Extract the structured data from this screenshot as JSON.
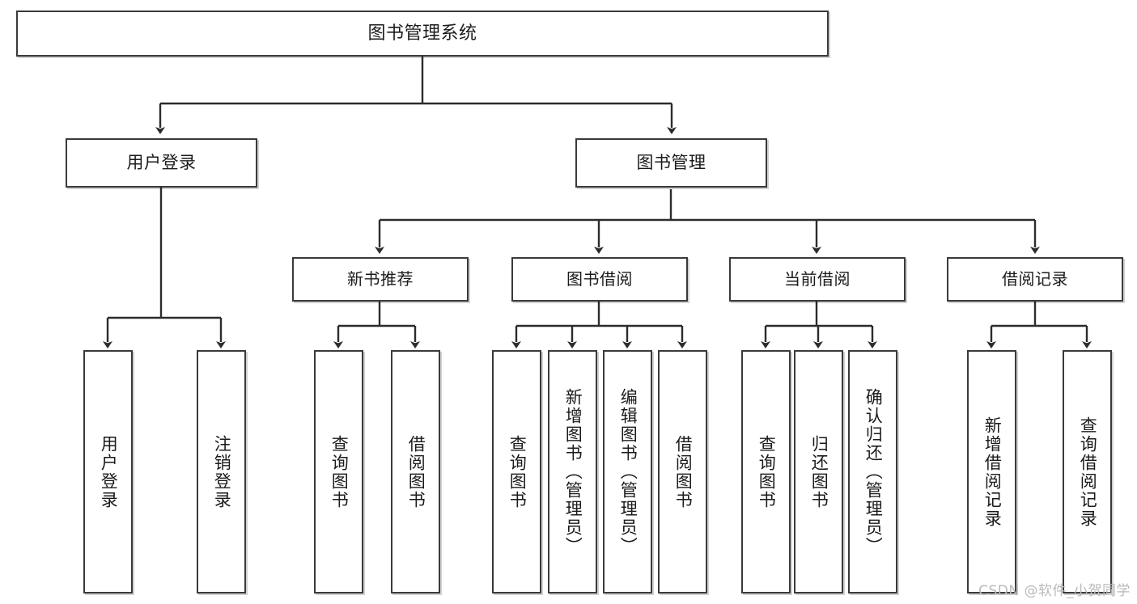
{
  "diagram": {
    "title": "图书管理系统",
    "watermark": "CSDN @软件_小贺同学",
    "line_color": "#3a3a3a",
    "box_fill": "#ffffff",
    "text_color": "#1b1b1b"
  },
  "nodes": {
    "root": {
      "label": "图书管理系统"
    },
    "level1": [
      {
        "label": "用户登录"
      },
      {
        "label": "图书管理"
      }
    ],
    "level2": [
      {
        "label": "新书推荐"
      },
      {
        "label": "图书借阅"
      },
      {
        "label": "当前借阅"
      },
      {
        "label": "借阅记录"
      }
    ],
    "leaves_user_login": [
      {
        "label": "用户登录"
      },
      {
        "label": "注销登录"
      }
    ],
    "leaves_new_book": [
      {
        "label": "查询图书"
      },
      {
        "label": "借阅图书"
      }
    ],
    "leaves_borrow": [
      {
        "label": "查询图书"
      },
      {
        "label": "新增图书（管理员）"
      },
      {
        "label": "编辑图书（管理员）"
      },
      {
        "label": "借阅图书"
      }
    ],
    "leaves_current": [
      {
        "label": "查询图书"
      },
      {
        "label": "归还图书"
      },
      {
        "label": "确认归还（管理员）"
      }
    ],
    "leaves_record": [
      {
        "label": "新增借阅记录"
      },
      {
        "label": "查询借阅记录"
      }
    ]
  }
}
